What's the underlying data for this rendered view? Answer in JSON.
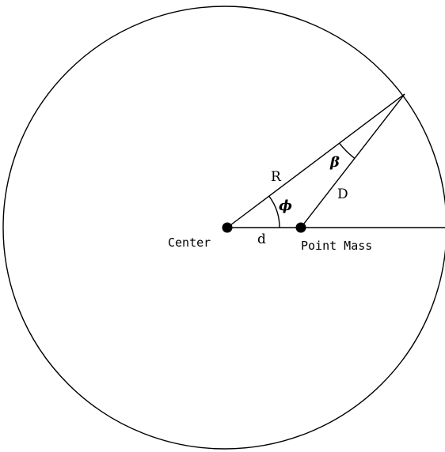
{
  "labels": {
    "center": "Center",
    "point_mass": "Point Mass",
    "radius": "R",
    "distance_from_mass": "D",
    "offset": "d",
    "angle_phi": "ϕ",
    "angle_beta": "β"
  },
  "colors": {
    "ink": "#000000",
    "background": "#ffffff"
  }
}
